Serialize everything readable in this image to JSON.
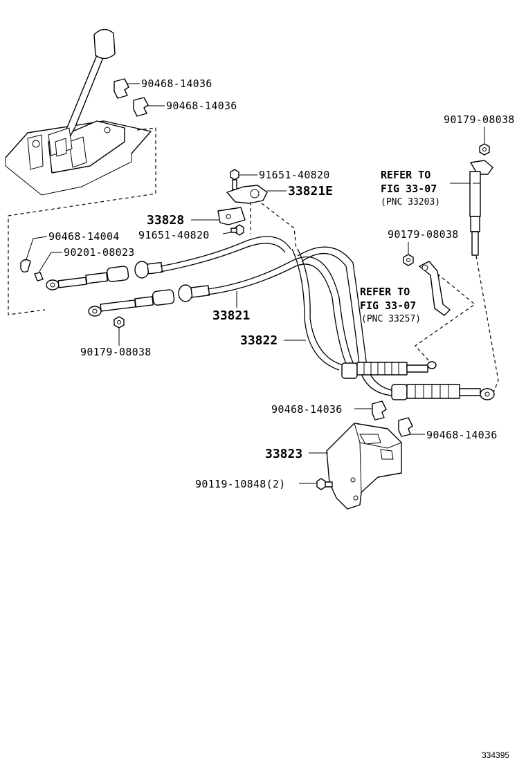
{
  "labels": {
    "clip_top_1": "90468-14036",
    "clip_top_2": "90468-14036",
    "nut_top_right": "90179-08038",
    "bolt_top": "91651-40820",
    "bracket_33821e": "33821E",
    "bracket_33828": "33828",
    "bolt_mid": "91651-40820",
    "clip_left": "90468-14004",
    "pin_left": "90201-08023",
    "nut_mid_right": "90179-08038",
    "cable_33821": "33821",
    "nut_bottom_left": "90179-08038",
    "cable_33822": "33822",
    "clip_bottom_left": "90468-14036",
    "clip_bottom_right": "90468-14036",
    "bracket_33823": "33823",
    "bolt_bottom": "90119-10848(2)"
  },
  "refs": {
    "ref1_line1": "REFER TO",
    "ref1_line2": "FIG 33-07",
    "ref1_pnc": "(PNC 33203)",
    "ref2_line1": "REFER TO",
    "ref2_line2": "FIG 33-07",
    "ref2_pnc": "(PNC 33257)"
  },
  "figure_id": "334395"
}
